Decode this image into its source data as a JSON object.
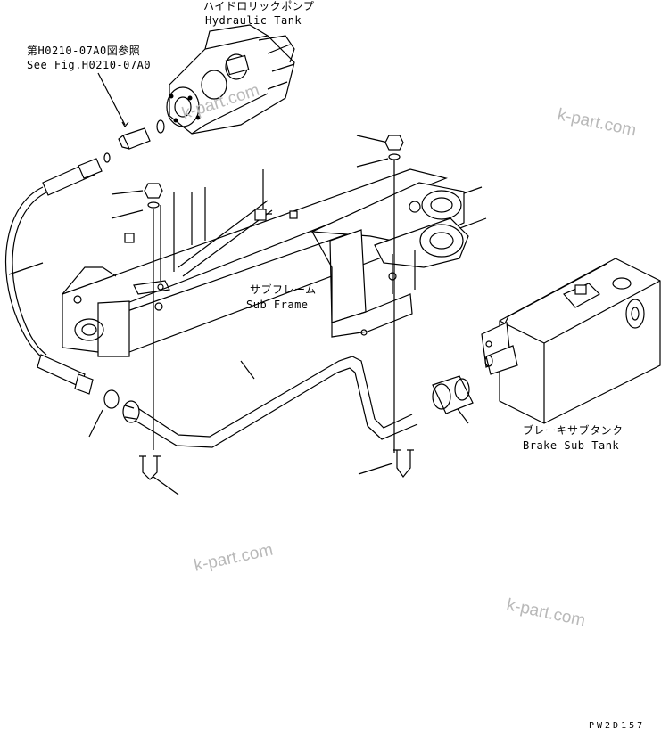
{
  "labels": {
    "hydraulic_tank_jp": "ハイドロリックポンプ",
    "hydraulic_tank_en": "Hydraulic Tank",
    "see_fig_jp": "第H0210-07A0図参照",
    "see_fig_en": "See Fig.H0210-07A0",
    "sub_frame_jp": "サブフレーム",
    "sub_frame_en": "Sub Frame",
    "brake_sub_tank_jp": "ブレーキサブタンク",
    "brake_sub_tank_en": "Brake Sub Tank"
  },
  "watermarks": {
    "top_right": "k-part.com",
    "middle": "k-part.com",
    "center": "k-part.com",
    "bottom_right": "k-part.com"
  },
  "drawing_code": "PW2D157"
}
